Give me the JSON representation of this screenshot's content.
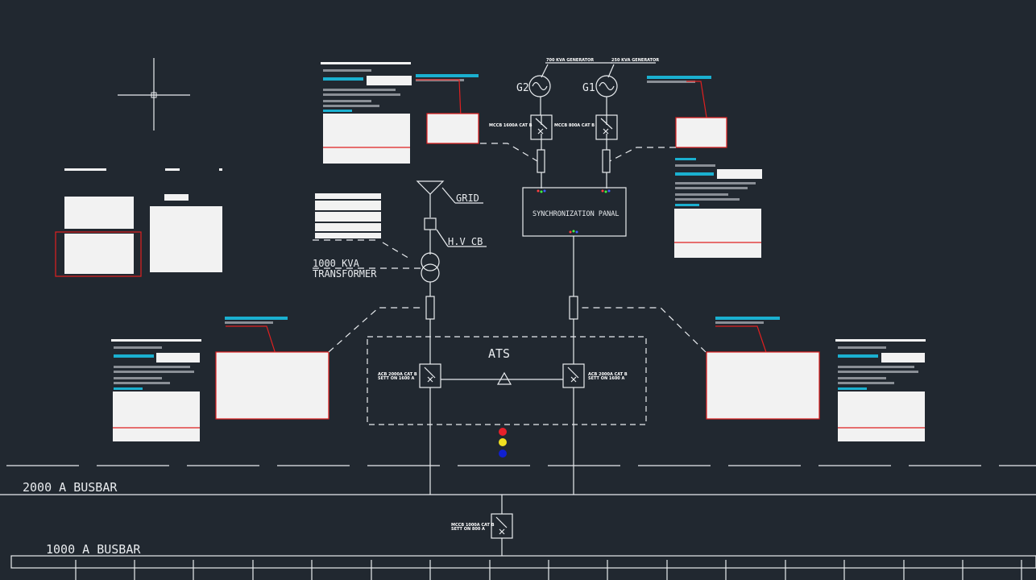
{
  "labels": {
    "gen2_title": "700 KVA GENERATOR",
    "gen1_title": "250 KVA GENERATOR",
    "g2": "G2",
    "g1": "G1",
    "cb_g2": "MCCB 1600A CAT B",
    "cb_g1": "MCCB 800A CAT B",
    "sync_panel": "SYNCHRONIZATION PANAL",
    "grid": "GRID",
    "hv_cb": "H.V CB",
    "transformer_line1": "1000 KVA",
    "transformer_line2": "TRANSFORMER",
    "ats": "ATS",
    "acb_left_1": "ACB 2000A CAT B",
    "acb_left_2": "SETT ON 1600 A",
    "acb_right_1": "ACB 2000A CAT B",
    "acb_right_2": "SETT ON 1600 A",
    "busbar_2000": "2000 A BUSBAR",
    "busbar_1000": "1000 A BUSBAR",
    "tie_cb_1": "MCCB 1000A CAT B",
    "tie_cb_2": "SETT ON 800 A"
  },
  "colors": {
    "background": "#212830",
    "line": "#e9ecef",
    "highlight_red": "#e02020",
    "accent_cyan": "#1ab0d0",
    "indicator_red": "#e8202a",
    "indicator_yellow": "#f0e020",
    "indicator_blue": "#1020d0"
  },
  "indicators": [
    "red",
    "yellow",
    "blue"
  ],
  "icons": {
    "crosshair": "crosshair-cursor-icon",
    "generator": "ac-generator-icon",
    "transformer": "transformer-icon",
    "breaker": "circuit-breaker-icon"
  }
}
